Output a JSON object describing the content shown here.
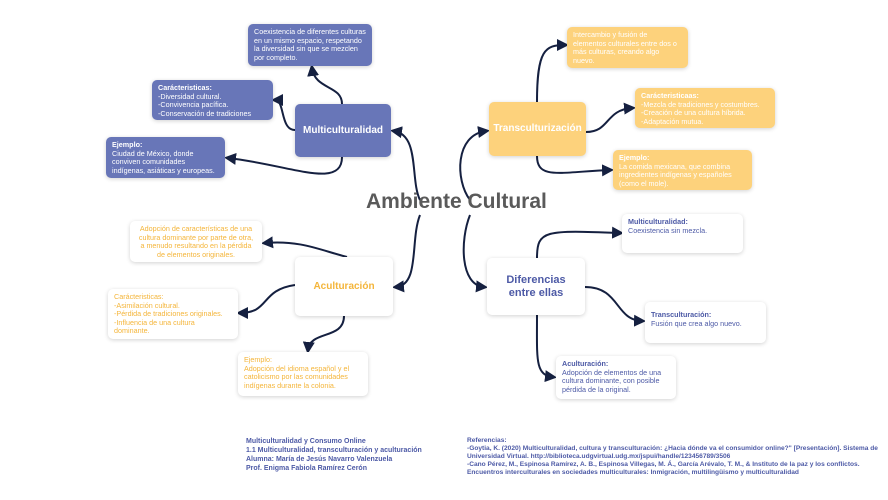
{
  "title": "Ambiente Cultural",
  "multi": {
    "label": "Multiculturalidad",
    "def": "Coexistencia de diferentes culturas en un mismo espacio, respetando la diversidad sin que se mezclen por completo.",
    "car_h": "Carácteristicas:",
    "car": [
      "-Diversidad cultural.",
      "-Convivencia pacífica.",
      "-Conservación de tradiciones"
    ],
    "ej_h": "Ejemplo:",
    "ej": "Ciudad de México, donde conviven comunidades indígenas, asiáticas y europeas."
  },
  "trans": {
    "label": "Transculturización",
    "def": "Intercambio y fusión de elementos culturales entre dos o más culturas, creando algo nuevo.",
    "car_h": "Carácteristicaas:",
    "car": [
      "-Mezcla de tradiciones y costumbres.",
      "-Creación de una cultura híbrida.",
      "-Adaptación mutua."
    ],
    "ej_h": "Ejemplo:",
    "ej": "La comida mexicana, que combina ingredientes indígenas y españoles (como el mole)."
  },
  "acult": {
    "label": "Aculturación",
    "def": "Adopción de características de una cultura dominante por parte de otra, a menudo resultando en la pérdida de elementos originales.",
    "car_h": "Carácteristicas:",
    "car": [
      "-Asimilación cultural.",
      "-Pérdida de tradiciones originales.",
      "-Influencia de una cultura dominante."
    ],
    "ej_h": "Ejemplo:",
    "ej": "Adopción del idioma español y el catolicismo por las comunidades indígenas durante la colonia."
  },
  "dif": {
    "label": "Diferencias entre ellas",
    "items": [
      {
        "h": "Multiculturalidad:",
        "t": "Coexistencia sin mezcla."
      },
      {
        "h": "Transculturación:",
        "t": "Fusión que crea algo nuevo."
      },
      {
        "h": "Aculturación:",
        "t": "Adopción de elementos de una cultura dominante, con posible pérdida de la original."
      }
    ]
  },
  "footer": {
    "lines": [
      "Multiculturalidad y Consumo Online",
      "1.1 Multiculturalidad, transculturación y aculturación",
      "Alumna: María de Jesús Navarro Valenzuela",
      "Prof. Enigma Fabiola Ramírez Cerón"
    ]
  },
  "refs": {
    "heading": "Referencias:",
    "lines": [
      "-Goytia, K. (2020) Multiculturalidad, cultura y transculturación: ¿Hacia dónde va el consumidor online?\" [Presentación]. Sistema de Universidad Virtual. http://biblioteca.udgvirtual.udg.mx/jspui/handle/123456789/3506",
      "-Cano Pérez, M., Espinosa Ramírez, A. B., Espinosa Villegas, M. Á., García Arévalo, T. M., & Instituto de la paz y los conflictos. Encuentros interculturales en sociedades multiculturales: Inmigración, multilingüismo y multiculturalidad"
    ]
  }
}
